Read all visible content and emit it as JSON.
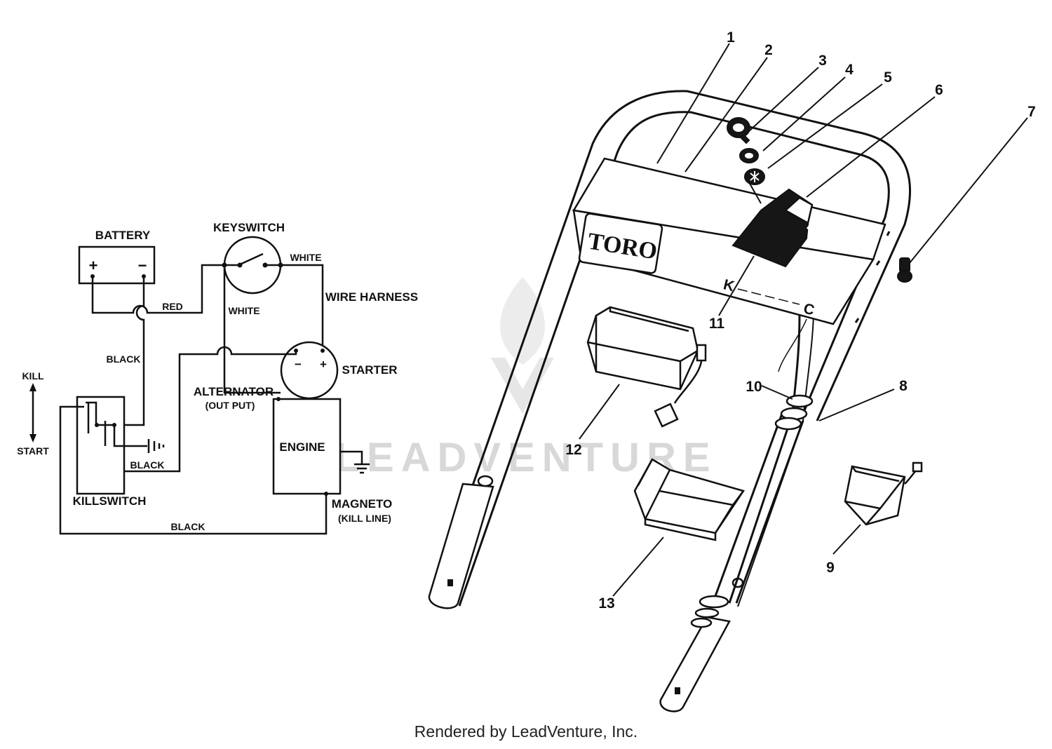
{
  "schematic": {
    "battery": "BATTERY",
    "battery_plus": "+",
    "battery_minus": "−",
    "keyswitch": "KEYSWITCH",
    "white_top": "WHITE",
    "white_mid": "WHITE",
    "wire_harness": "WIRE HARNESS",
    "red": "RED",
    "black_left": "BLACK",
    "kill": "KILL",
    "start": "START",
    "starter": "STARTER",
    "starter_minus": "−",
    "starter_plus": "+",
    "alternator": "ALTERNATOR",
    "out_put": "(OUT PUT)",
    "engine": "ENGINE",
    "black_killswitch": "BLACK",
    "killswitch": "KILLSWITCH",
    "magneto": "MAGNETO",
    "kill_line": "(KILL LINE)",
    "black_bottom": "BLACK"
  },
  "parts": {
    "brand": "TORO",
    "panel_k": "K",
    "panel_c": "C",
    "callouts": [
      "1",
      "2",
      "3",
      "4",
      "5",
      "6",
      "7",
      "8",
      "9",
      "10",
      "11",
      "12",
      "13"
    ]
  },
  "watermark": "LEADVENTURE",
  "footer": "Rendered by LeadVenture, Inc."
}
